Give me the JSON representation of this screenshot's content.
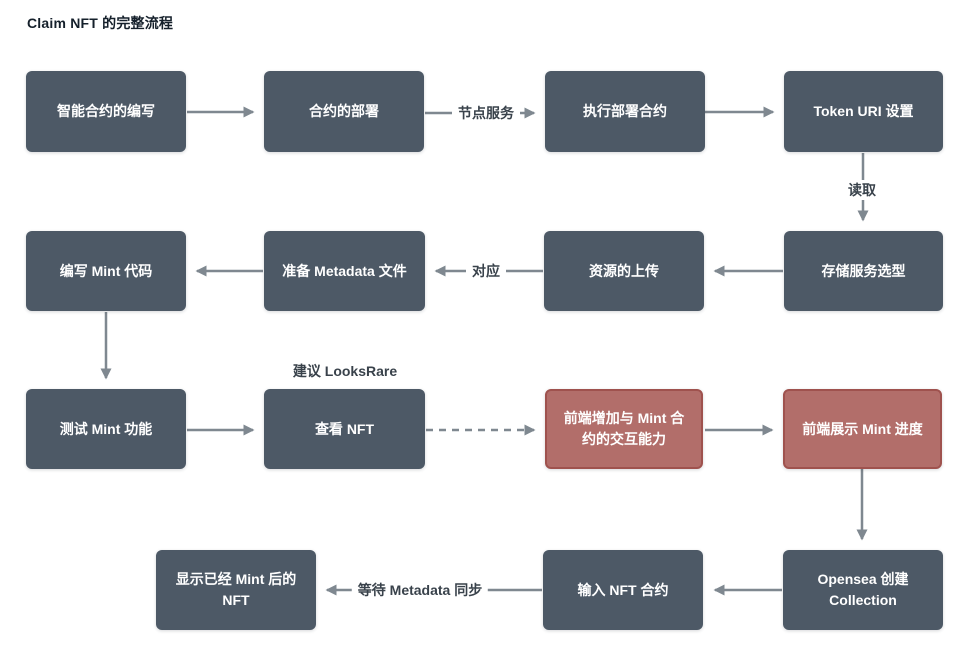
{
  "title": "Claim NFT 的完整流程",
  "nodes": [
    {
      "label": "智能合约的编写",
      "type": "dark"
    },
    {
      "label": "合约的部署",
      "type": "dark"
    },
    {
      "label": "执行部署合约",
      "type": "dark"
    },
    {
      "label": "Token URI 设置",
      "type": "dark"
    },
    {
      "label": "编写 Mint 代码",
      "type": "dark"
    },
    {
      "label": "准备 Metadata 文件",
      "type": "dark"
    },
    {
      "label": "资源的上传",
      "type": "dark"
    },
    {
      "label": "存储服务选型",
      "type": "dark"
    },
    {
      "label": "测试 Mint 功能",
      "type": "dark"
    },
    {
      "label": "查看 NFT",
      "type": "dark"
    },
    {
      "label": "前端增加与 Mint 合约的交互能力",
      "type": "red"
    },
    {
      "label": "前端展示 Mint 进度",
      "type": "red"
    },
    {
      "label": "显示已经 Mint 后的 NFT",
      "type": "dark"
    },
    {
      "label": "输入 NFT 合约",
      "type": "dark"
    },
    {
      "label": "Opensea 创建 Collection",
      "type": "dark"
    }
  ],
  "edge_labels": {
    "node_service": "节点服务",
    "read": "读取",
    "mapping": "对应",
    "suggest": "建议 LooksRare",
    "wait_sync": "等待 Metadata 同步"
  },
  "colors": {
    "background": "#ffffff",
    "node_dark": "#4d5966",
    "node_red_fill": "#b26e6a",
    "node_red_border": "#9f524e",
    "node_text": "#ffffff",
    "arrow": "#7f8890",
    "label_text": "#39424b"
  }
}
